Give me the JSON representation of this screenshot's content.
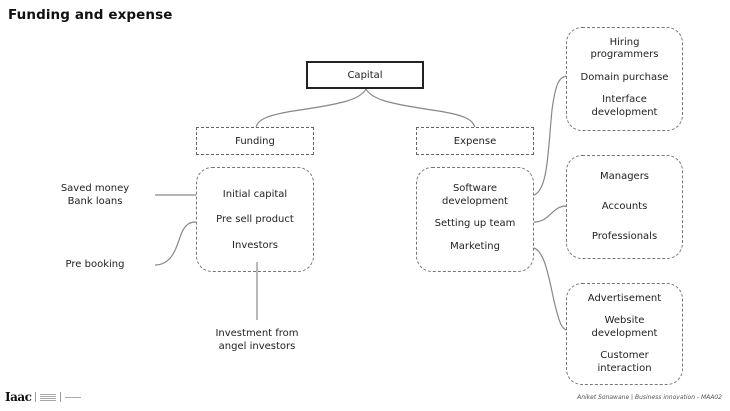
{
  "title": "Funding and expense",
  "root": {
    "label": "Capital"
  },
  "branches": {
    "funding": {
      "label": "Funding",
      "items": [
        "Initial capital",
        "Pre sell product",
        "Investors"
      ],
      "sources": {
        "initial_capital": "Saved money\nBank loans",
        "pre_sell_product": "Pre booking",
        "investors": "Investment from\nangel investors"
      }
    },
    "expense": {
      "label": "Expense",
      "items": [
        "Software\ndevelopment",
        "Setting up team",
        "Marketing"
      ],
      "details": {
        "software_development": [
          "Hiring\nprogrammers",
          "Domain purchase",
          "Interface\ndevelopment"
        ],
        "setting_up_team": [
          "Managers",
          "Accounts",
          "Professionals"
        ],
        "marketing": [
          "Advertisement",
          "Website\ndevelopment",
          "Customer\ninteraction"
        ]
      }
    }
  },
  "footer": {
    "logo": "Iaac",
    "credit": "Aniket Sonawane | Business innovation - MAA02"
  },
  "colors": {
    "line": "#888888",
    "text": "#222222",
    "border": "#777777"
  }
}
